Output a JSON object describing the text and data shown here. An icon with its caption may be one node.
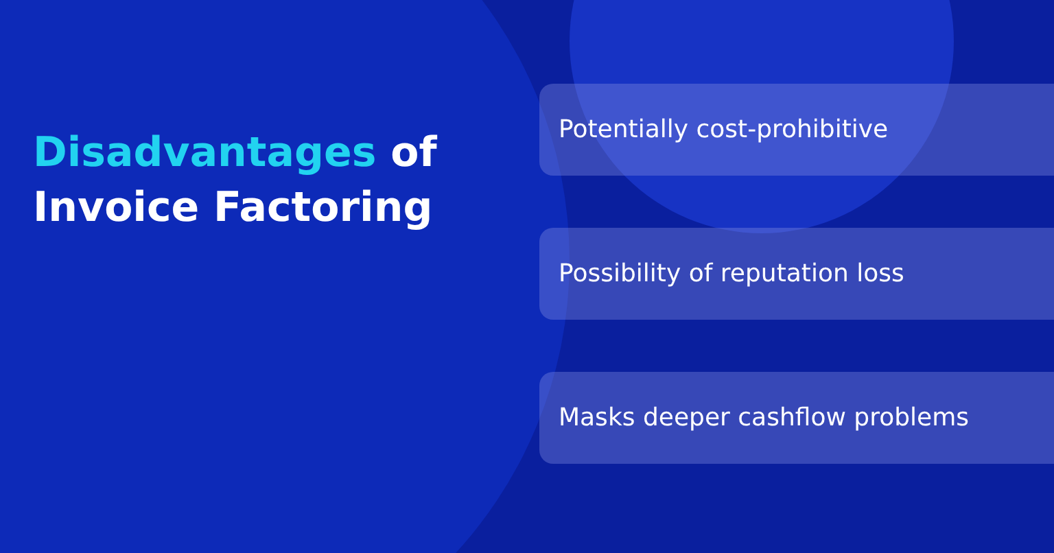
{
  "diagram": {
    "title": "Disadvantages of Invoice Factoring",
    "nodes": [
      {
        "text": [
          "Potentially cost-prohibitive"
        ]
      },
      {
        "text": [
          "Possibility of reputation loss"
        ]
      },
      {
        "text": [
          "Masks deeper cashflow problems"
        ]
      }
    ]
  }
}
